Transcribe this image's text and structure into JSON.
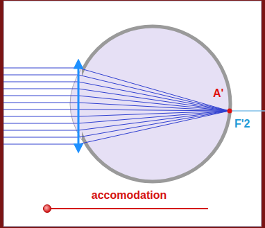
{
  "diagram": {
    "labels": [
      "A'",
      "F'2",
      "accomodation"
    ]
  }
}
